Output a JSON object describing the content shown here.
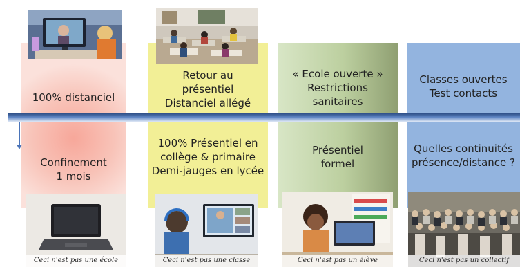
{
  "columns": [
    {
      "top_text": "100% distanciel",
      "bottom_text": [
        "Confinement",
        "1 mois"
      ]
    },
    {
      "top_text": [
        "Retour au",
        "présentiel",
        "Distanciel allégé"
      ],
      "bottom_text": [
        "100% Présentiel en",
        "collège & primaire",
        "Demi-jauges en lycée"
      ]
    },
    {
      "top_text": [
        "« Ecole ouverte »",
        "Restrictions",
        "sanitaires"
      ],
      "bottom_text": [
        "Présentiel",
        "formel"
      ]
    },
    {
      "top_text": [
        "Classes ouvertes",
        "Test contacts"
      ],
      "bottom_text": [
        "Quelles continuités",
        "présence/distance ?"
      ]
    }
  ],
  "captions": [
    "Ceci n'est pas une école",
    "Ceci n'est pas une classe",
    "Ceci n'est pas un élève",
    "Ceci n'est pas un collectif"
  ],
  "colors": {
    "col1": "#f8c3b8",
    "col2": "#f2ef96",
    "col3": "#bccf9f",
    "col4": "#93b4df",
    "timeline": "#4a74b9"
  }
}
